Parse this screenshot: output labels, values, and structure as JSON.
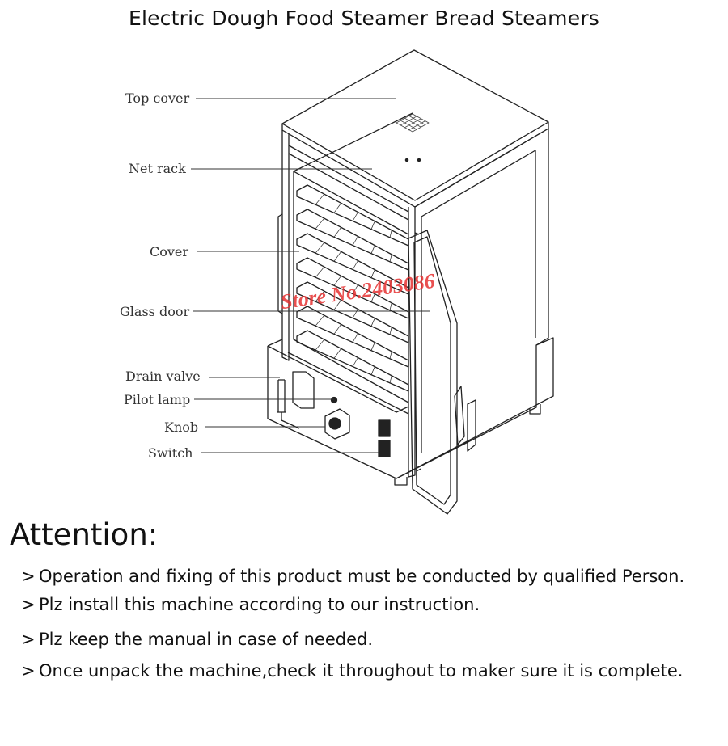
{
  "title": "Electric Dough Food Steamer Bread Steamers",
  "diagram": {
    "labels": [
      "Top cover",
      "Net rack",
      "Cover",
      "Glass door",
      "Drain valve",
      "Pilot lamp",
      "Knob",
      "Switch"
    ],
    "watermark": "Store No.2403086"
  },
  "attention": {
    "heading": "Attention:",
    "marker": ">",
    "items": [
      "Operation and fixing of this product must be conducted by qualified Person.",
      "Plz install this machine according to our instruction.",
      "Plz keep the manual in case of needed.",
      "Once unpack the machine,check it throughout to maker sure it is complete."
    ]
  }
}
